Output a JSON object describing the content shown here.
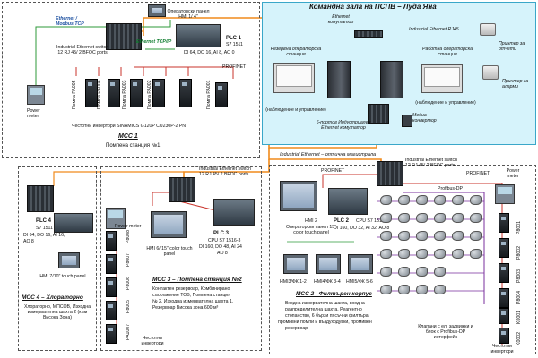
{
  "control_room": {
    "title": "Командна зала на ПСПВ – Луда Яна",
    "ethernet_switch": "Ethernet комутатор",
    "industrial_rj45": "Industrial Ethernet RJ45",
    "printer_reports": "Принтер за отчети",
    "printer_alarms": "Принтер за аларми",
    "reserve_station": "Резервна операторска станция",
    "reserve_note": "(наблюдение и управление)",
    "work_station": "Работна операторска станция",
    "work_note": "(наблюдение и управление)",
    "media_converter": "Медиа конвертор",
    "ind_switch_6": "6-портов Индустриален Ethernet комутатор"
  },
  "backbone": {
    "label": "Industrial Ethernet – оптична магистрала"
  },
  "mcc1": {
    "title": "МСС 1",
    "subtitle": "Помпена станция №1.",
    "ethernet_modbus": "Ethernet / Modbus TCP",
    "switch_text": "Industrial Ethernet switch 12 RJ 45/ 2 BFOC ports",
    "ethernet_tcpip": "Ethernet TCP/IP",
    "hmi_label": "Операторски панел HMI 1/ 4\"",
    "plc_title": "PLC 1",
    "plc_line1": "S7 1511",
    "plc_line2": "DI 64, DO 16, AI 8, AO 0",
    "profinet": "PROFINET",
    "power_meter": "Power meter",
    "pumps": [
      "Помпа РА005",
      "Помпа РА004",
      "Помпа РА003",
      "Помпа РА002",
      "Помпа РА001"
    ],
    "inverters": "Честотни инвертори SINAMICS G120P CU230P-2 PN"
  },
  "mcc4": {
    "title": "МСС 4 – Хлораторно",
    "desc": "Хлораторно, МПСОВ, Изходна измервателна шахта 2 (към Висока Зона)",
    "plc_title": "PLC 4",
    "plc_line1": "S7 1511",
    "plc_line2": "DI 64, DO 16, AI 16,",
    "plc_line3": "AO 8",
    "hmi": "HMI 7/10\" touch panel"
  },
  "mcc3": {
    "title": "МСС 3 – Помпена станция №2",
    "desc1": "Контактен резервоар, Комбинирано",
    "desc2": "съоръжение ТОВ, Помпена станция",
    "desc3": "№ 2, Изходна измервателна шахта 1,",
    "desc4": "Резервоар Висока зона 600 м³",
    "switch_text": "Industrial Ethernet switch 12 RJ 45/ 2 BFOC ports",
    "power_meter": "Power meter",
    "hmi": "HMI 6/ 15\" color touch panel",
    "plc_title": "PLC 3",
    "plc_line1": "CPU S7 1516-3",
    "plc_line2": "DI 160, DO 48, AI 24",
    "plc_line3": "AO 8",
    "pumps": [
      "P8008",
      "P8007",
      "P8006",
      "P8005",
      "PA1007"
    ],
    "inverters": "Честотни инвертори"
  },
  "mcc2": {
    "title": "МСС 2– Филтърен корпус",
    "desc1": "Входна измервателна шахта, входна",
    "desc2": "разпределителна шахта, Реагентно",
    "desc3": "стопанство, 6 бързи пясъчни филтъра,",
    "desc4": "промивни помпи и въздуходувки, промивен",
    "desc5": "резервоар",
    "profinet_a": "PROFINET",
    "profinet_b": "PROFINET",
    "switch_text": "Industrial Ethernet switch 12 RJ 45/ 2 BFOC ports",
    "power_meter": "Power meter",
    "profibus": "Profibus-DP",
    "hmi2_title": "HMI 2",
    "hmi2_desc": "Операторски панел 15\" color touch panel",
    "plc_title": "PLC 2",
    "plc_line1": "CPU S7 1516-3",
    "plc_line2": "DI 160, DO 32, AI 32, AO 8",
    "hmi_fk": [
      "НМI3/ФК 1-2",
      "НМI4/ФК 3-4",
      "НМI5/ФК 5-6"
    ],
    "valves_note": "Клапани с ел. задвижки и блок с Profibus-DP интерфейс",
    "pumps": [
      "P8001",
      "P8002",
      "P8003",
      "P8004",
      "K0001",
      "K0002"
    ],
    "inverters": "Честотни инвертори"
  },
  "colors": {
    "ethernet_line": "#2d9a3a",
    "optical_line": "#f08a1c",
    "profinet_line": "#c9332b",
    "profibus_line": "#7a2f9c",
    "control_bg": "#d6f3fb"
  }
}
